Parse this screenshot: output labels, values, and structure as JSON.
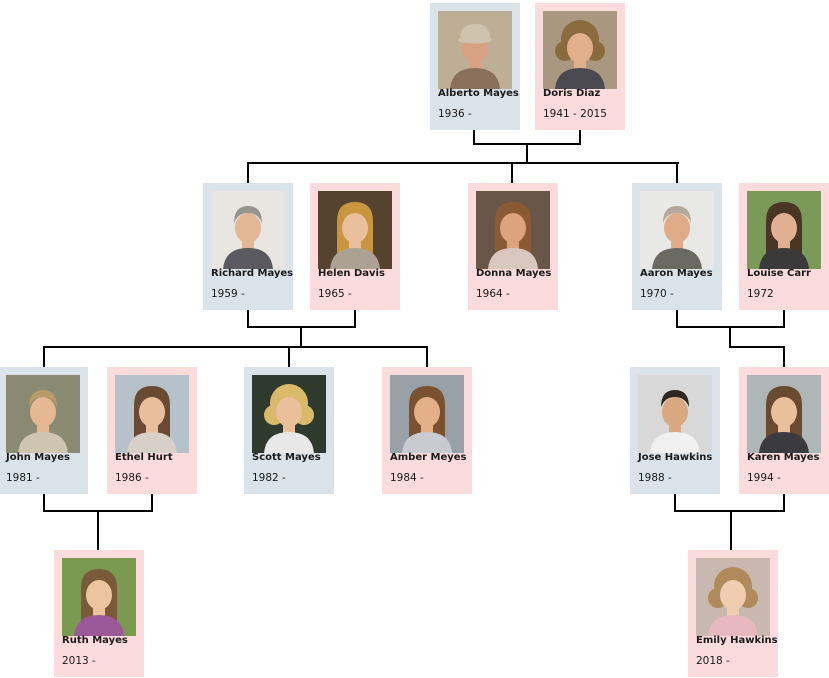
{
  "family_tree": {
    "people": [
      {
        "name": "Alberto Mayes",
        "years": "1936 -",
        "gender": "male"
      },
      {
        "name": "Doris Diaz",
        "years": "1941 - 2015",
        "gender": "female"
      },
      {
        "name": "Richard Mayes",
        "years": "1959 -",
        "gender": "male"
      },
      {
        "name": "Helen Davis",
        "years": "1965 -",
        "gender": "female"
      },
      {
        "name": "Donna Mayes",
        "years": "1964 -",
        "gender": "female"
      },
      {
        "name": "Aaron Mayes",
        "years": "1970 -",
        "gender": "male"
      },
      {
        "name": "Louise Carr",
        "years": "1972",
        "gender": "female"
      },
      {
        "name": "John Mayes",
        "years": "1981 -",
        "gender": "male"
      },
      {
        "name": "Ethel Hurt",
        "years": "1986 -",
        "gender": "female"
      },
      {
        "name": "Scott Mayes",
        "years": "1982 -",
        "gender": "male"
      },
      {
        "name": "Amber Meyes",
        "years": "1984 -",
        "gender": "female"
      },
      {
        "name": "Jose Hawkins",
        "years": "1988 -",
        "gender": "male"
      },
      {
        "name": "Karen Mayes",
        "years": "1994 -",
        "gender": "female"
      },
      {
        "name": "Ruth Mayes",
        "years": "2013 -",
        "gender": "female"
      },
      {
        "name": "Emily Hawkins",
        "years": "2018 -",
        "gender": "female"
      }
    ],
    "colors": {
      "male_card_bg": "#dbe3ea",
      "female_card_bg": "#fbdbdb",
      "connector_line": "#000000",
      "text": "#1b1b1b"
    }
  }
}
